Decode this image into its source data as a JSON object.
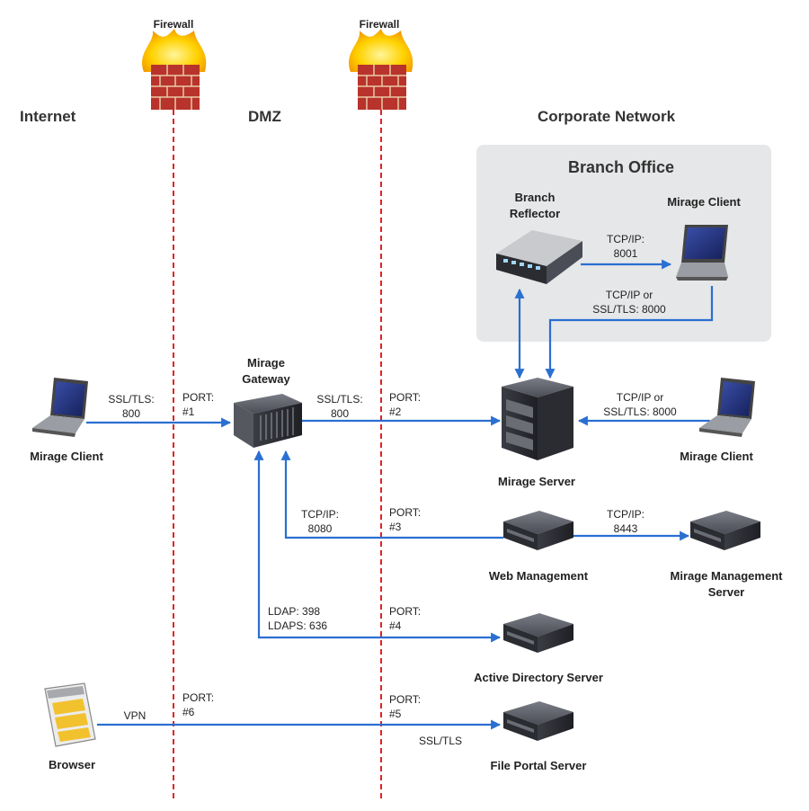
{
  "zones": {
    "internet": "Internet",
    "dmz": "DMZ",
    "corporate": "Corporate Network",
    "branch_office": "Branch Office"
  },
  "firewalls": [
    "Firewall",
    "Firewall"
  ],
  "nodes": {
    "branch_reflector": [
      "Branch",
      "Reflector"
    ],
    "branch_client": "Mirage Client",
    "internet_client": "Mirage Client",
    "gateway": [
      "Mirage",
      "Gateway"
    ],
    "server": "Mirage Server",
    "right_client": "Mirage Client",
    "web_mgmt": "Web Management",
    "mgmt_server": [
      "Mirage Management",
      "Server"
    ],
    "ad_server": "Active Directory Server",
    "browser": "Browser",
    "file_portal": "File Portal Server"
  },
  "links": {
    "internet_gateway": [
      "SSL/TLS:",
      "800"
    ],
    "port1": [
      "PORT:",
      "#1"
    ],
    "gateway_server": [
      "SSL/TLS:",
      "800"
    ],
    "port2": [
      "PORT:",
      "#2"
    ],
    "reflector_client": [
      "TCP/IP:",
      "8001"
    ],
    "client_server_branch": [
      "TCP/IP or",
      "SSL/TLS: 8000"
    ],
    "right_client_server": [
      "TCP/IP or",
      "SSL/TLS: 8000"
    ],
    "gateway_web": [
      "TCP/IP:",
      "8080"
    ],
    "port3": [
      "PORT:",
      "#3"
    ],
    "web_mgmt_server": [
      "TCP/IP:",
      "8443"
    ],
    "gateway_ad": [
      "LDAP: 398",
      "LDAPS: 636"
    ],
    "port4": [
      "PORT:",
      "#4"
    ],
    "vpn": "VPN",
    "port6": [
      "PORT:",
      "#6"
    ],
    "port5": [
      "PORT:",
      "#5"
    ],
    "ssl_tls": "SSL/TLS"
  },
  "colors": {
    "link": "#2a6fd1",
    "firewall_line": "#e02424",
    "branch_box": "#e6e7e8"
  },
  "icons": {
    "firewall": "firewall-icon",
    "laptop": "laptop-icon",
    "server": "server-icon",
    "switch": "switch-icon",
    "browser": "browser-icon"
  }
}
